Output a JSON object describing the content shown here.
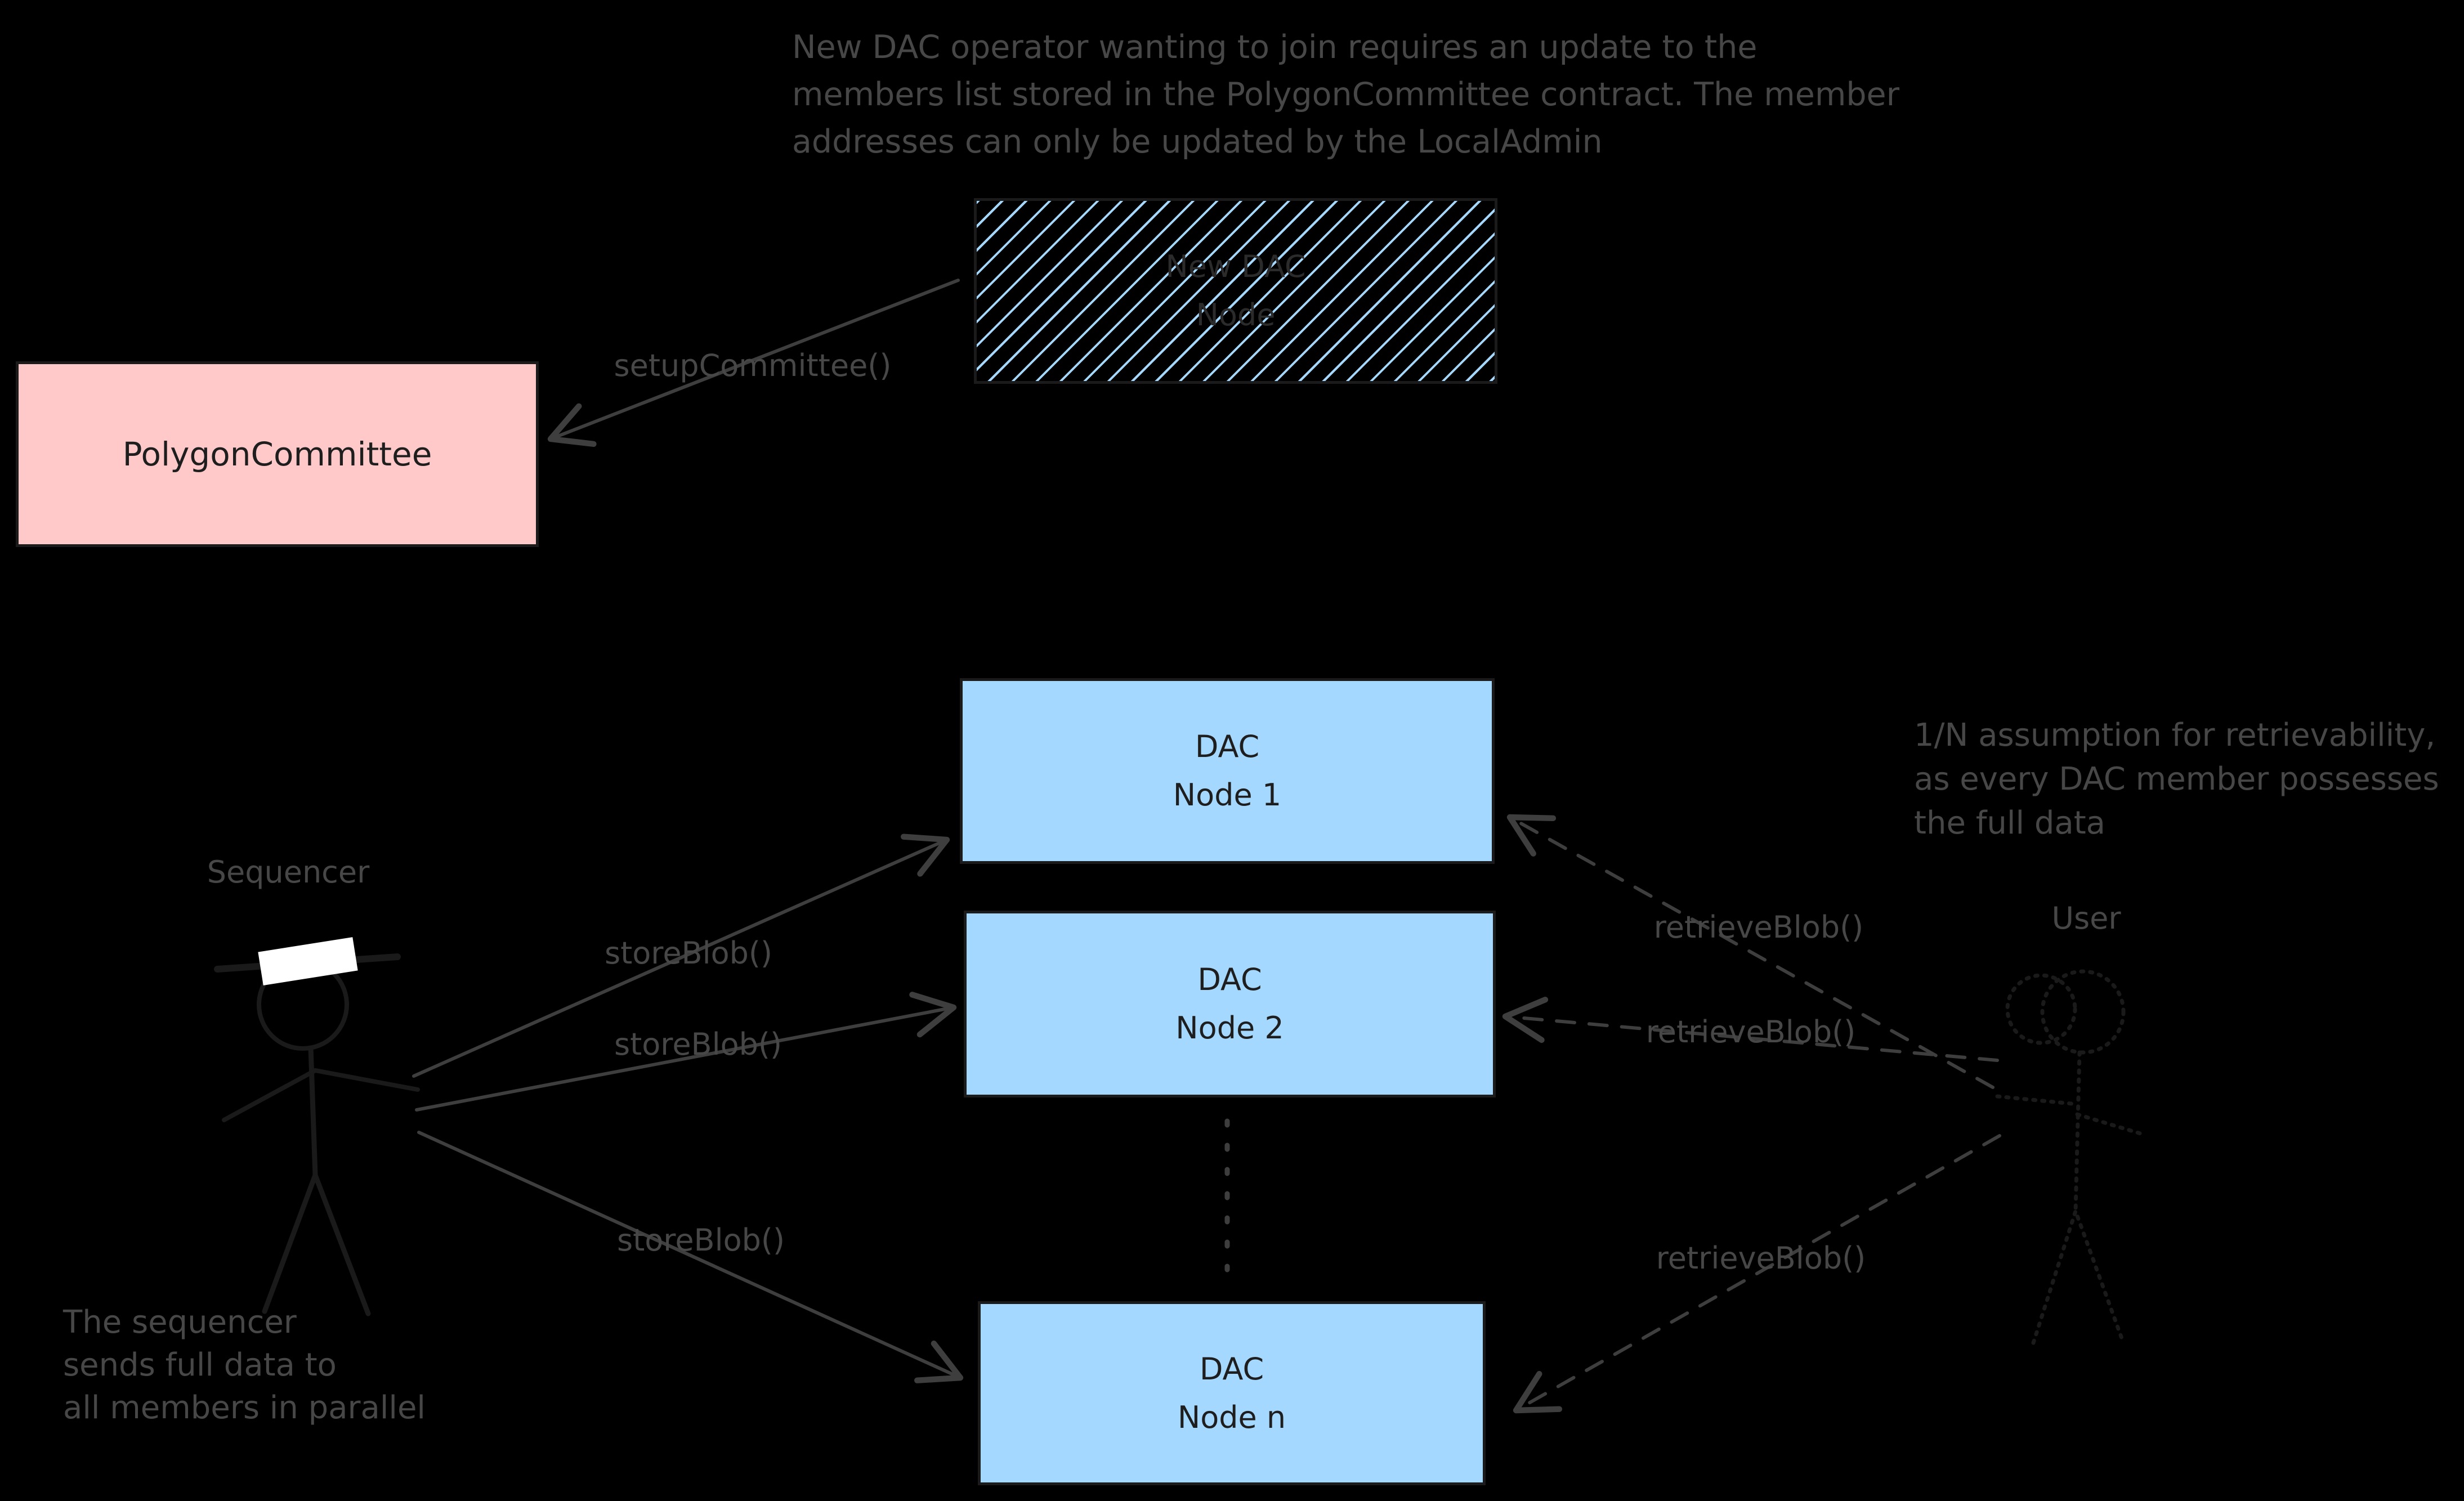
{
  "palette": {
    "background": "#000000",
    "pink_fill": "#FFC9C9",
    "blue_fill": "#A5D8FF",
    "hatch_line": "#A5D8FF",
    "box_border": "#1b1b1b",
    "box_text": "#1e1e1e",
    "gray_text": "#474747",
    "line_gray": "#3e3e3e",
    "figure_ink": "#1a1a1a",
    "hat_white": "#ffffff"
  },
  "notes": {
    "top_note": {
      "lines": [
        "New DAC operator wanting to join requires an update to the",
        "members list stored in the PolygonCommittee contract. The member",
        "addresses can only be updated by the LocalAdmin"
      ]
    },
    "retrievability_note": {
      "lines": [
        "1/N assumption for retrievability,",
        "as every DAC member possesses",
        "the full data"
      ]
    },
    "sequencer_note": {
      "lines": [
        "The sequencer",
        "sends full data to",
        "all members in parallel"
      ]
    }
  },
  "boxes": {
    "new_dac_node": {
      "lines": [
        "New DAC",
        "Node"
      ]
    },
    "polygon_committee": {
      "label": "PolygonCommittee"
    },
    "dac_node_1": {
      "lines": [
        "DAC",
        "Node 1"
      ]
    },
    "dac_node_2": {
      "lines": [
        "DAC",
        "Node 2"
      ]
    },
    "dac_node_n": {
      "lines": [
        "DAC",
        "Node n"
      ]
    }
  },
  "actors": {
    "sequencer": {
      "label": "Sequencer"
    },
    "user": {
      "label": "User"
    }
  },
  "edge_labels": {
    "setup_committee": "setupCommittee()",
    "store_blob_1": "storeBlob()",
    "store_blob_2": "storeBlob()",
    "store_blob_3": "storeBlob()",
    "retrieve_blob_1": "retrieveBlob()",
    "retrieve_blob_2": "retrieveBlob()",
    "retrieve_blob_3": "retrieveBlob()"
  }
}
